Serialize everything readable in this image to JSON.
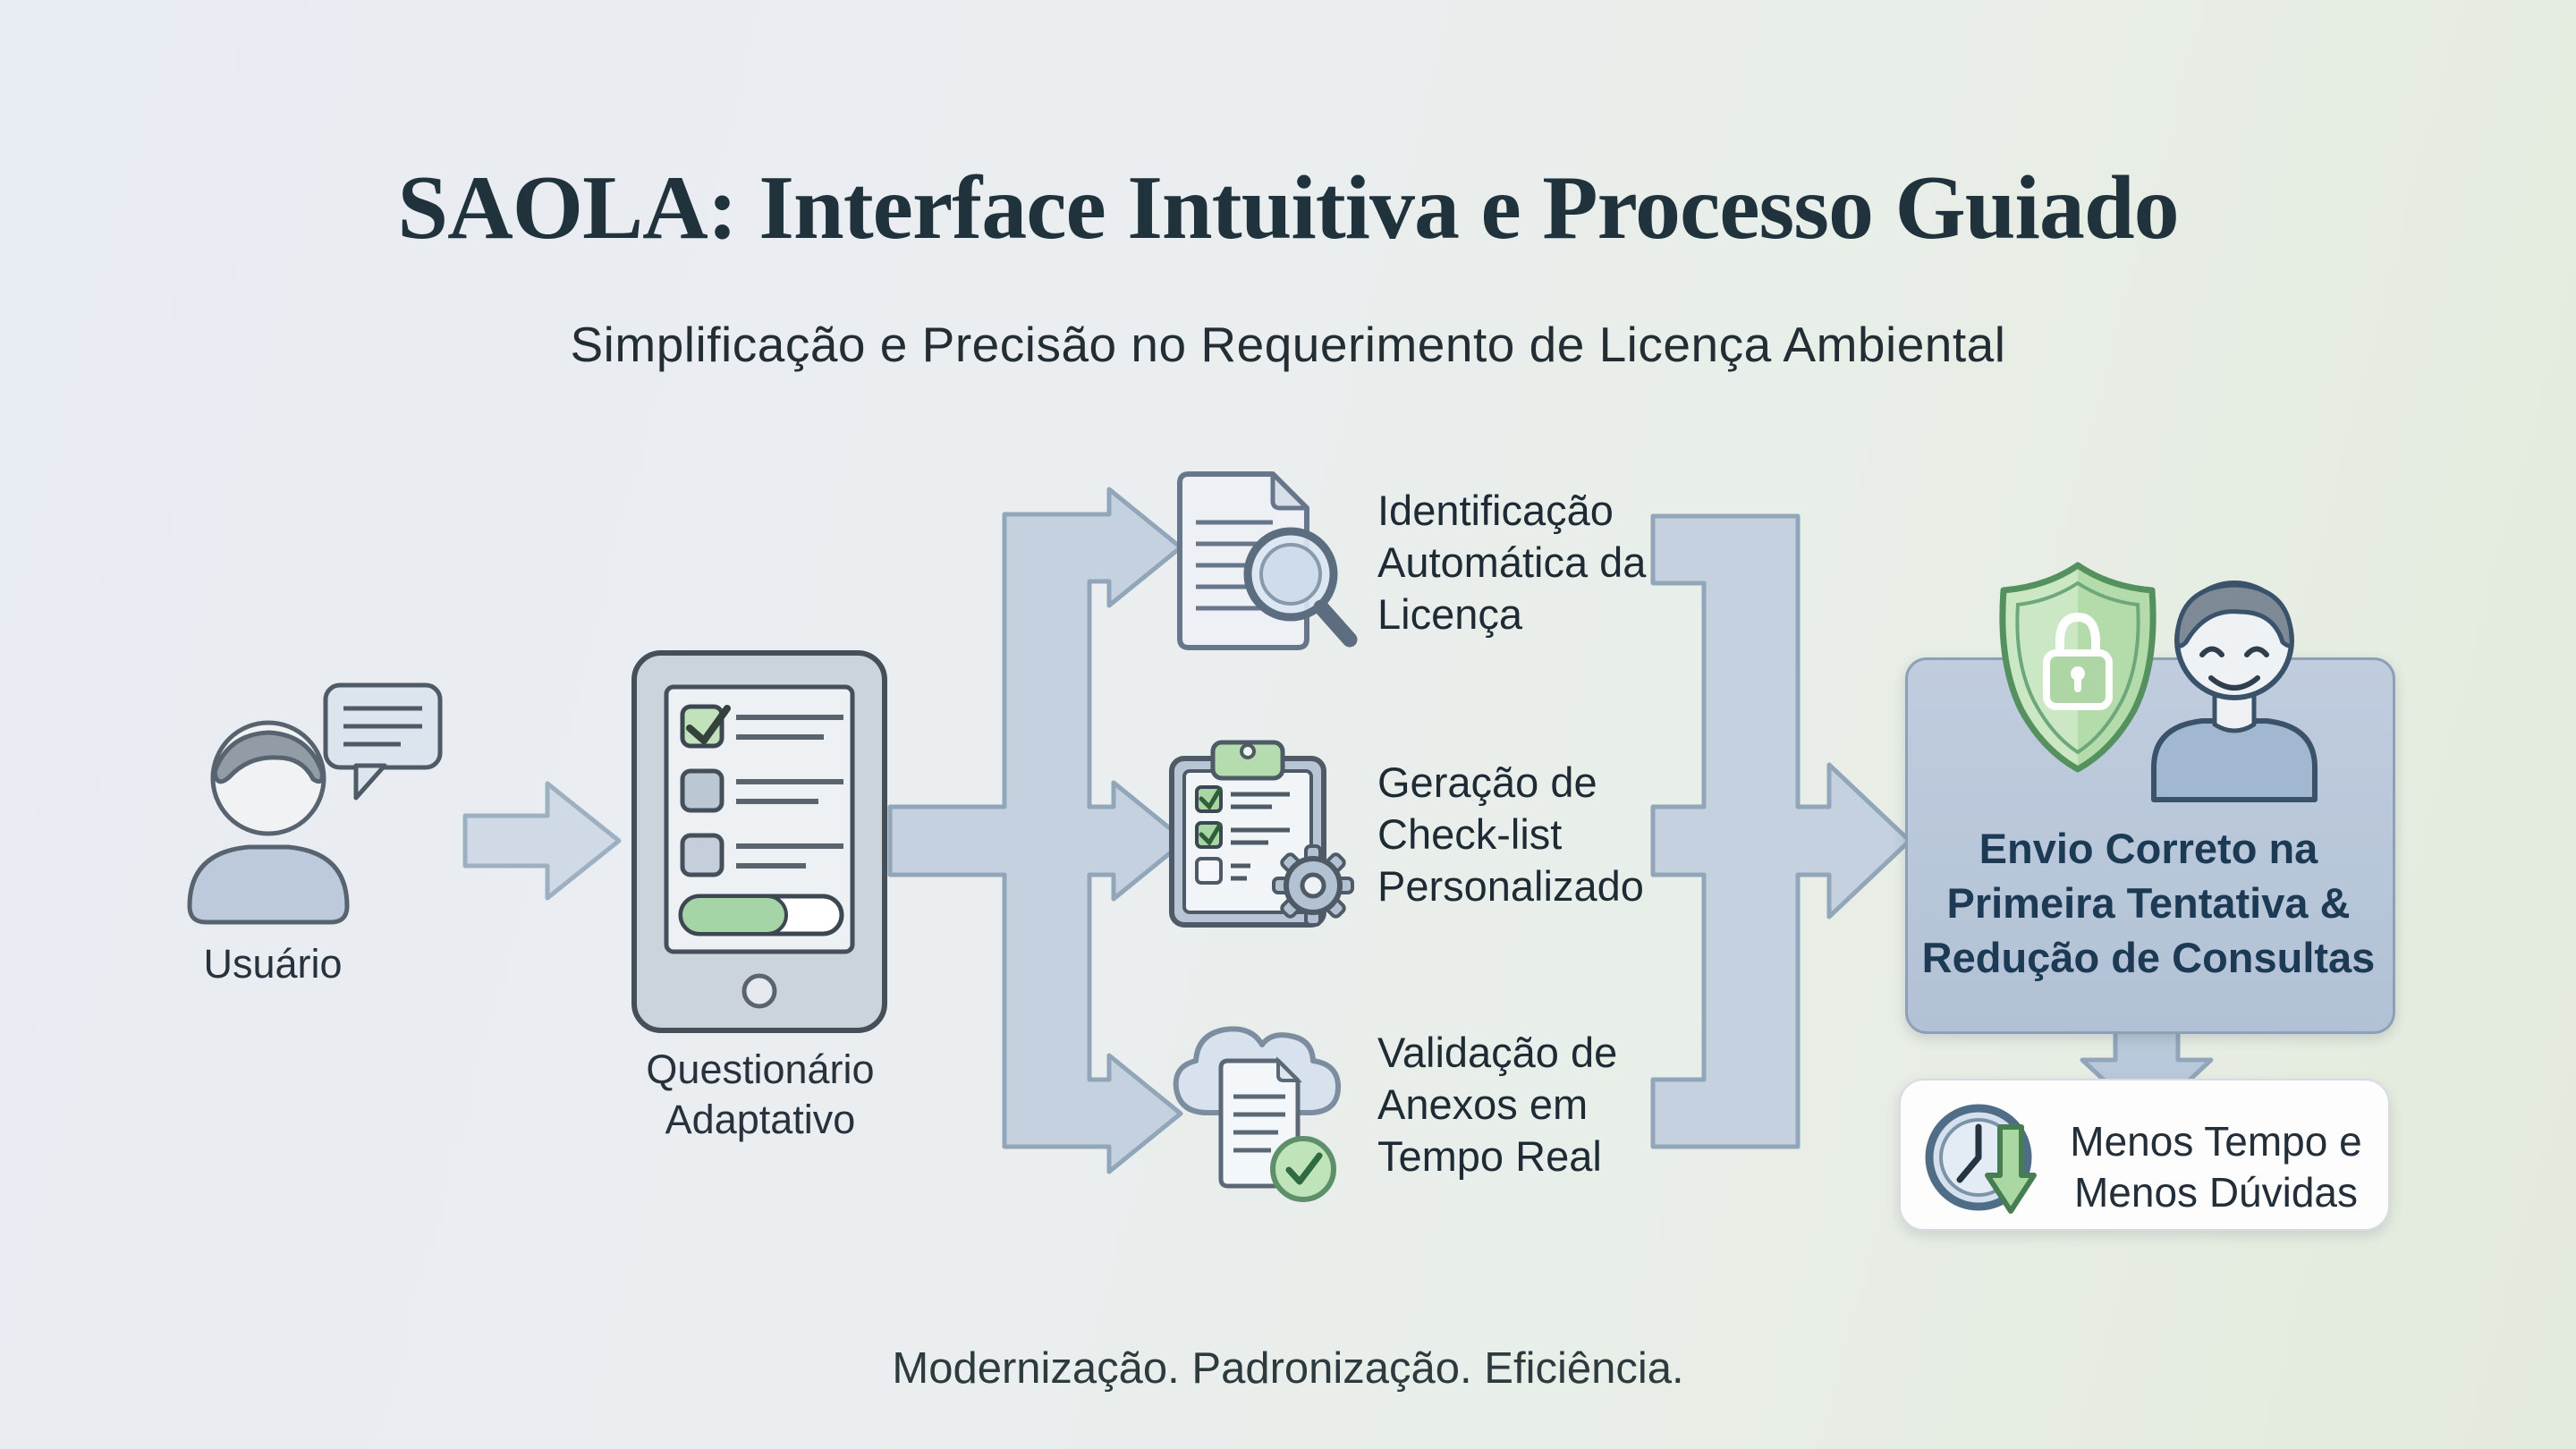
{
  "header": {
    "title": "SAOLA: Interface Intuitiva e Processo Guiado",
    "subtitle": "Simplificação e Precisão no Requerimento de Licença Ambiental"
  },
  "flow": {
    "user": {
      "label": "Usuário",
      "icon": "user-speech-bubble-icon"
    },
    "questionnaire": {
      "icon": "tablet-checklist-icon",
      "lines": [
        "Questionário",
        "Adaptativo"
      ]
    },
    "branches": [
      {
        "icon": "document-magnifier-icon",
        "lines": [
          "Identificação",
          "Automática da",
          "Licença"
        ]
      },
      {
        "icon": "clipboard-gear-icon",
        "lines": [
          "Geração de",
          "Check-list",
          "Personalizado"
        ]
      },
      {
        "icon": "cloud-document-check-icon",
        "lines": [
          "Validação de",
          "Anexos em",
          "Tempo Real"
        ]
      }
    ],
    "outcome": {
      "icons": [
        "shield-lock-icon",
        "happy-user-icon"
      ],
      "lines": [
        "Envio Correto na",
        "Primeira Tentativa &",
        "Redução de Consultas"
      ]
    },
    "benefit": {
      "icon": "clock-down-arrow-icon",
      "lines": [
        "Menos Tempo e",
        "Menos Dúvidas"
      ]
    }
  },
  "footer": {
    "tagline": "Modernização. Padronização. Eficiência."
  },
  "colors": {
    "background_left": "#e8ecf3",
    "background_right": "#e3ebdc",
    "connector_fill": "#c5d1df",
    "connector_stroke": "#92a6ba",
    "outcome_box_fill": "#b7c5d8",
    "outcome_text": "#1c3a54",
    "accent_green": "#a9d8a2",
    "shield_green": "#cbe7c3",
    "check_green": "#b9ddb4",
    "title_text": "#20323b",
    "body_text": "#1e2a34"
  }
}
